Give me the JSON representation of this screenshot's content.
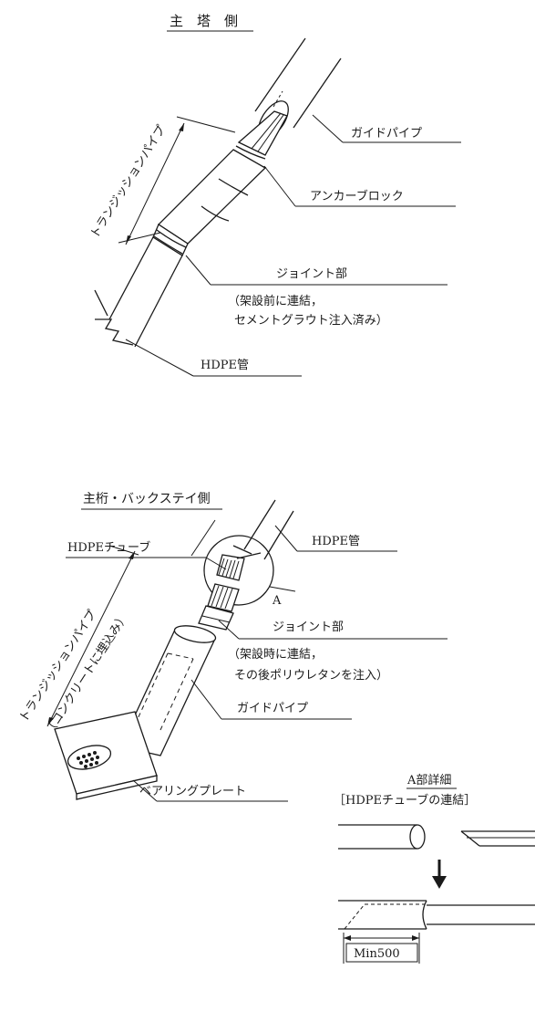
{
  "top_section": {
    "title": "主　塔　側",
    "labels": {
      "guide_pipe": "ガイドパイプ",
      "anchor_block": "アンカーブロック",
      "transition_pipe": "トランジッションパイプ",
      "joint": "ジョイント部",
      "joint_note_1": "（架設前に連結，",
      "joint_note_2": "セメントグラウト注入済み）",
      "hdpe_pipe": "HDPE管"
    }
  },
  "bottom_section": {
    "title": "主桁・バックステイ側",
    "labels": {
      "hdpe_tube": "HDPEチューブ",
      "hdpe_pipe": "HDPE管",
      "detail_marker": "A",
      "transition_pipe": "トランジッションパイプ",
      "transition_note": "（コンクリートに埋込み）",
      "joint": "ジョイント部",
      "joint_note_1": "（架設時に連結，",
      "joint_note_2": "その後ポリウレタンを注入）",
      "guide_pipe": "ガイドパイプ",
      "bearing_plate": "ベアリングプレート"
    }
  },
  "detail_a": {
    "title": "A部詳細",
    "subtitle": "［HDPEチューブの連結］",
    "dimension": "Min500"
  }
}
